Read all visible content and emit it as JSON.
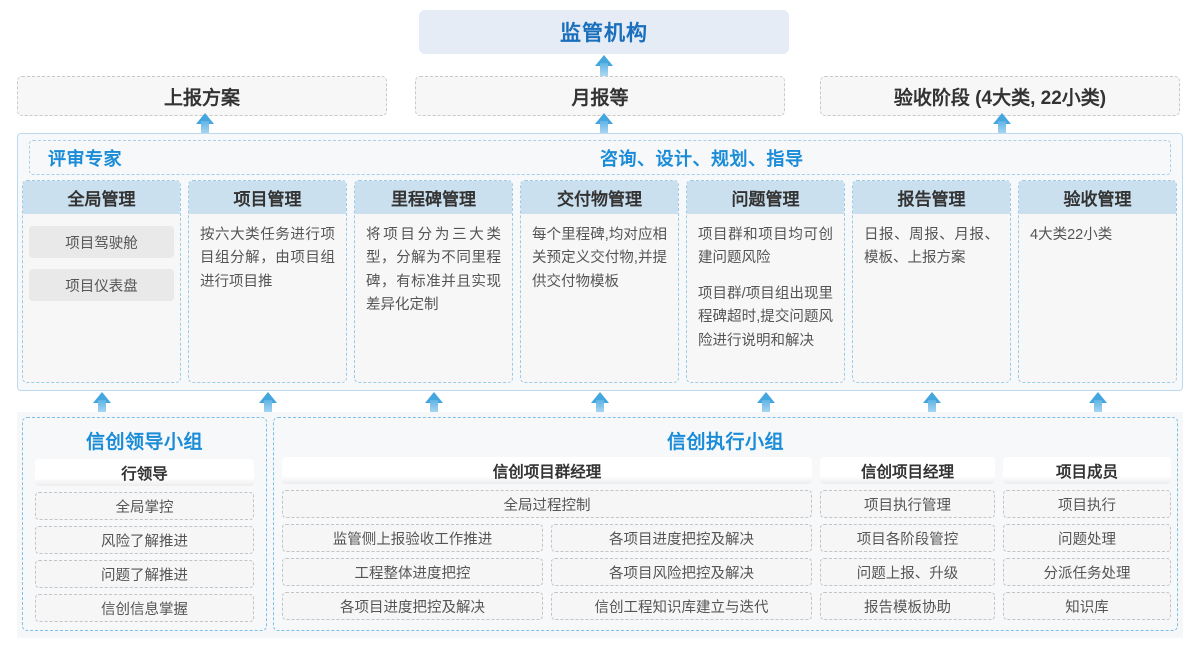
{
  "top": {
    "regulator": "监管机构",
    "channels": [
      {
        "label": "上报方案"
      },
      {
        "label": "月报等"
      },
      {
        "label": "验收阶段 (4大类, 22小类)"
      }
    ]
  },
  "middle": {
    "left_title": "评审专家",
    "center_title": "咨询、设计、规划、指导",
    "cards": [
      {
        "header": "全局管理",
        "kind": "pills",
        "pills": [
          "项目驾驶舱",
          "项目仪表盘"
        ],
        "paragraphs": []
      },
      {
        "header": "项目管理",
        "kind": "text",
        "pills": [],
        "paragraphs": [
          "按六大类任务进行项目组分解，由项目组进行项目推"
        ]
      },
      {
        "header": "里程碑管理",
        "kind": "text",
        "pills": [],
        "paragraphs": [
          "将项目分为三大类型，分解为不同里程碑，有标准并且实现差异化定制"
        ]
      },
      {
        "header": "交付物管理",
        "kind": "text",
        "pills": [],
        "paragraphs": [
          "每个里程碑,均对应相关预定义交付物,并提供交付物模板"
        ]
      },
      {
        "header": "问题管理",
        "kind": "text",
        "pills": [],
        "paragraphs": [
          "项目群和项目均可创建问题风险",
          "项目群/项目组出现里程碑超时,提交问题风险进行说明和解决"
        ]
      },
      {
        "header": "报告管理",
        "kind": "text",
        "pills": [],
        "paragraphs": [
          "日报、周报、月报、模板、上报方案"
        ]
      },
      {
        "header": "验收管理",
        "kind": "text",
        "pills": [],
        "paragraphs": [
          "4大类22小类"
        ]
      }
    ]
  },
  "bottom": {
    "leader_group": {
      "title": "信创领导小组",
      "role": "行领导",
      "items": [
        "全局掌控",
        "风险了解推进",
        "问题了解推进",
        "信创信息掌握"
      ]
    },
    "exec_group": {
      "title": "信创执行小组",
      "program_manager": {
        "role": "信创项目群经理",
        "wide_item": "全局过程控制",
        "col_left": [
          "监管侧上报验收工作推进",
          "工程整体进度把控",
          "各项目进度把控及解决"
        ],
        "col_right": [
          "各项目进度把控及解决",
          "各项目风险把控及解决",
          "信创工程知识库建立与迭代"
        ]
      },
      "project_manager": {
        "role": "信创项目经理",
        "items": [
          "项目执行管理",
          "项目各阶段管控",
          "问题上报、升级",
          "报告模板协助"
        ]
      },
      "project_member": {
        "role": "项目成员",
        "items": [
          "项目执行",
          "问题处理",
          "分派任务处理",
          "知识库"
        ]
      }
    }
  },
  "colors": {
    "accent_blue": "#1a8cd8",
    "regulator_bg": "#e5ecf6",
    "card_header_bg": "#cbe0ee",
    "arrow_blue": "#44a6df"
  }
}
